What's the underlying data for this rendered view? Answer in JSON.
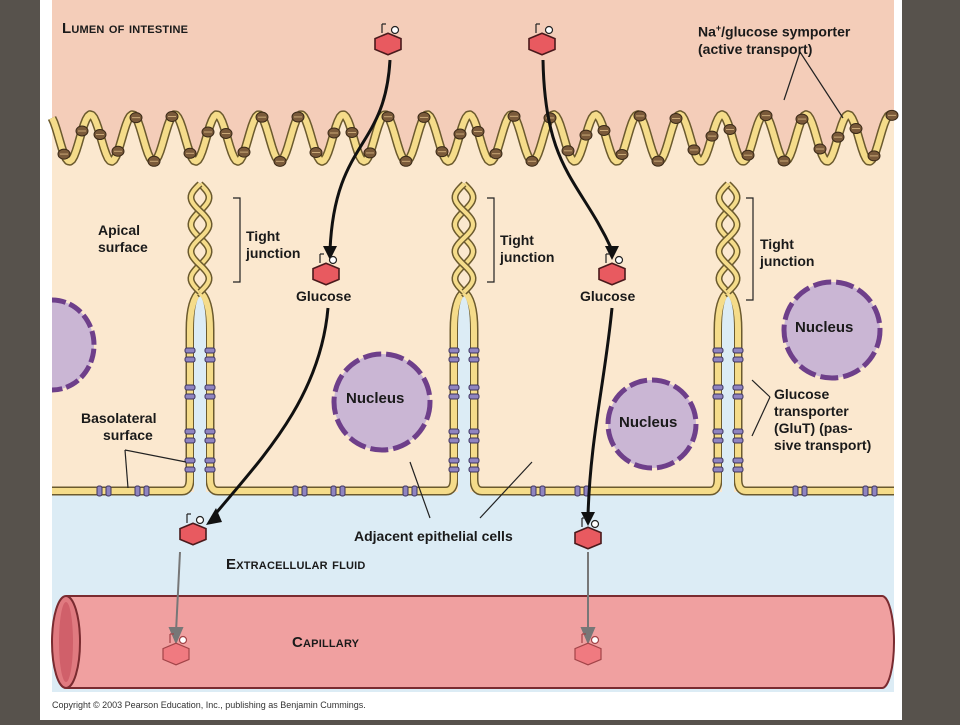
{
  "labels": {
    "lumen": "Lumen of intestine",
    "symporter_line1": "Na+/glucose symporter",
    "symporter_line2": "(active transport)",
    "apical_line1": "Apical",
    "apical_line2": "surface",
    "tight_line1": "Tight",
    "tight_line2": "junction",
    "glucose": "Glucose",
    "nucleus": "Nucleus",
    "basolateral_line1": "Basolateral",
    "basolateral_line2": "surface",
    "glut_line1": "Glucose",
    "glut_line2": "transporter",
    "glut_line3": "(GluT) (pas-",
    "glut_line4": "sive transport)",
    "adjacent": "Adjacent epithelial cells",
    "extracellular": "Extracellular fluid",
    "capillary": "Capillary"
  },
  "copyright": "Copyright © 2003 Pearson Education, Inc., publishing as Benjamin Cummings.",
  "colors": {
    "frame": "#57524c",
    "lumen": "#f4cdb9",
    "cytoplasm": "#fbe8cf",
    "extracellular": "#dcecf5",
    "membrane": "#f5dc8a",
    "membrane_edge": "#6b5a2e",
    "symporter": "#7a5a3a",
    "glut": "#8f84c0",
    "nucleus_fill": "#cab6d4",
    "nucleus_rim": "#6e3f8a",
    "glucose": "#e85a60",
    "capillary": "#f0a0a0",
    "capillary_dark": "#e07a80"
  }
}
